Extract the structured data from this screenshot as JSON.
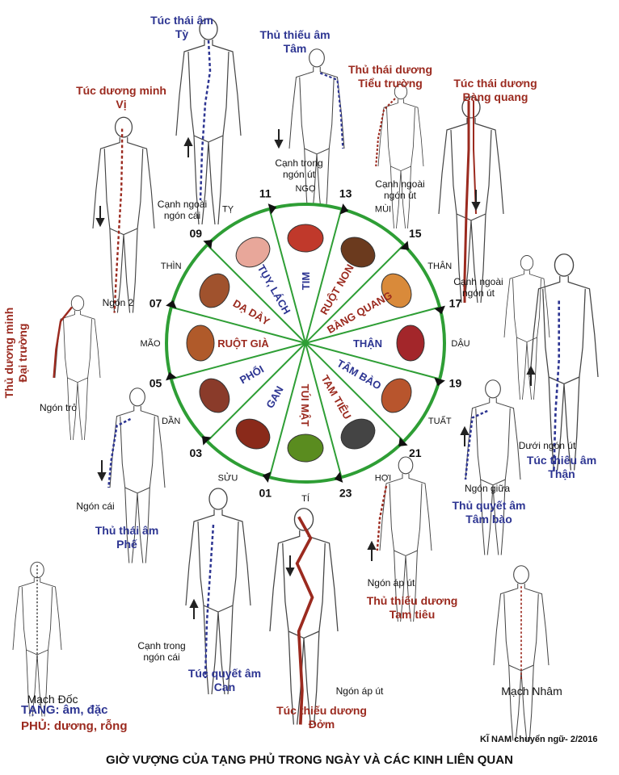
{
  "title": "GIỜ VƯỢNG CỦA TẠNG PHỦ TRONG NGÀY VÀ CÁC KINH LIÊN QUAN",
  "credit": "KĨ NAM chuyển ngữ- 2/2016",
  "legend": {
    "tang": "TẠNG: âm, đặc",
    "phu": "PHỦ: dương, rỗng"
  },
  "colors": {
    "tang": "#2d3592",
    "phu": "#9b2a1f",
    "ring": "#2e9e35"
  },
  "wheel": {
    "segments": [
      {
        "name": "TIM",
        "type": "tang",
        "organ_icon": "heart-icon"
      },
      {
        "name": "RUỘT NON",
        "type": "phu",
        "organ_icon": "small-intestine-icon"
      },
      {
        "name": "BÀNG QUANG",
        "type": "phu",
        "organ_icon": "bladder-icon"
      },
      {
        "name": "THẬN",
        "type": "tang",
        "organ_icon": "kidney-icon"
      },
      {
        "name": "TÂM BÀO",
        "type": "tang",
        "organ_icon": "pericardium-icon"
      },
      {
        "name": "TAM TIÊU",
        "type": "phu",
        "organ_icon": "triple-burner-icon"
      },
      {
        "name": "TÚI MẬT",
        "type": "phu",
        "organ_icon": "gallbladder-icon"
      },
      {
        "name": "GAN",
        "type": "tang",
        "organ_icon": "liver-icon"
      },
      {
        "name": "PHỔI",
        "type": "tang",
        "organ_icon": "lungs-icon"
      },
      {
        "name": "RUỘT GIÀ",
        "type": "phu",
        "organ_icon": "large-intestine-icon"
      },
      {
        "name": "DẠ DÀY",
        "type": "phu",
        "organ_icon": "stomach-icon"
      },
      {
        "name": "TỤY, LÁCH",
        "type": "tang",
        "organ_icon": "spleen-icon"
      }
    ],
    "hours": [
      "11",
      "13",
      "15",
      "17",
      "19",
      "21",
      "23",
      "01",
      "03",
      "05",
      "07",
      "09"
    ],
    "branches": [
      "NGỌ",
      "MÙI",
      "THÂN",
      "DẬU",
      "TUẤT",
      "HỢI",
      "TÍ",
      "SỬU",
      "DẦN",
      "MÃO",
      "THÌN",
      "TỴ"
    ]
  },
  "meridians": {
    "spleen": {
      "name": "Túc thái âm",
      "organ": "Tỳ"
    },
    "heart": {
      "name": "Thủ thiếu âm",
      "organ": "Tâm",
      "note": "Cạnh trong ngón út"
    },
    "small_intestine": {
      "name": "Thủ thái dương",
      "organ": "Tiểu trường",
      "note": "Cạnh ngoài ngón út"
    },
    "bladder": {
      "name": "Túc thái dương",
      "organ": "Bàng quang",
      "note": "Cạnh ngoài ngón út"
    },
    "stomach": {
      "name": "Túc dương minh",
      "organ": "Vị",
      "note": "Ngón 2",
      "spleen_note": "Cạnh ngoài ngón cái"
    },
    "large_intestine": {
      "name": "Thủ dương minh",
      "organ": "Đại trường",
      "note": "Ngón trỏ"
    },
    "kidney": {
      "name": "Túc thiếu âm",
      "organ": "Thận",
      "note": "Dưới ngón út"
    },
    "lung": {
      "name": "Thủ thái âm",
      "organ": "Phế",
      "note": "Ngón cái"
    },
    "pericardium": {
      "name": "Thủ quyết âm",
      "organ": "Tâm bào",
      "note": "Ngón giữa"
    },
    "triple_burner": {
      "name": "Thủ thiếu dương",
      "organ": "Tam tiêu",
      "note": "Ngón áp út"
    },
    "liver": {
      "name": "Túc quyết âm",
      "organ": "Can",
      "note": "Cạnh trong ngón cái"
    },
    "gallbladder": {
      "name": "Túc thiếu dương",
      "organ": "Đởm",
      "note": "Ngón áp út"
    },
    "du": {
      "name": "Mạch Đốc"
    },
    "ren": {
      "name": "Mạch Nhâm"
    }
  }
}
